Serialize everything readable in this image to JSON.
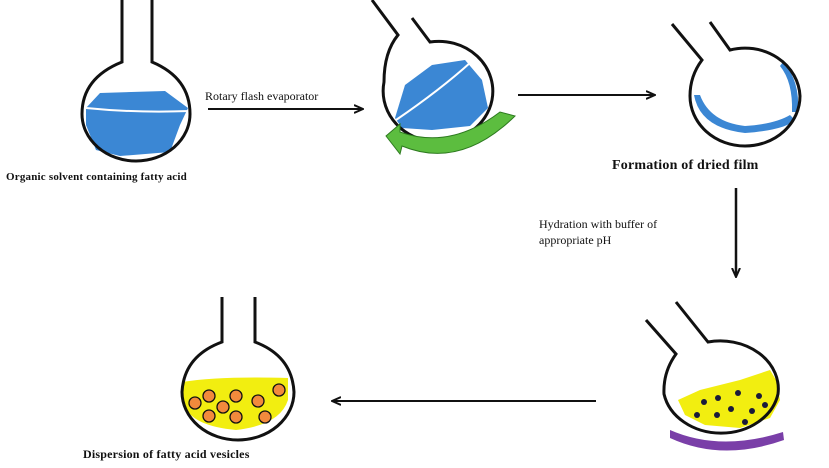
{
  "diagram": {
    "title": "Preparation of fatty acid vesicles by thin film hydration",
    "steps": [
      {
        "id": "step1",
        "label": "Organic solvent containing fatty acid",
        "contents": "organic solvent (blue)"
      },
      {
        "id": "step2",
        "label": "",
        "contents": "rotating flask on rotary evaporator"
      },
      {
        "id": "step3",
        "label": "Formation of dried film",
        "contents": "dried film on flask wall"
      },
      {
        "id": "step4",
        "label": "",
        "contents": "buffer (yellow) with vesicles"
      },
      {
        "id": "step5",
        "label": "Dispersion of fatty acid vesicles",
        "contents": "fatty acid vesicles (orange) in buffer"
      }
    ],
    "arrows": [
      {
        "id": "arrow1",
        "from": "step1",
        "to": "step2",
        "label": "Rotary flash evaporator"
      },
      {
        "id": "arrow2",
        "from": "step2",
        "to": "step3",
        "label": ""
      },
      {
        "id": "arrow3",
        "from": "step3",
        "to": "step4",
        "label": "Hydration with buffer of appropriate pH"
      },
      {
        "id": "arrow4",
        "from": "step4",
        "to": "step5",
        "label": ""
      }
    ],
    "colors": {
      "solvent": "#3b87d4",
      "rotation_arrow": "#5cbd3f",
      "buffer": "#f2ee10",
      "vesicle": "#f28a3c",
      "stirrer": "#7a3fa8",
      "outline": "#111111"
    }
  }
}
